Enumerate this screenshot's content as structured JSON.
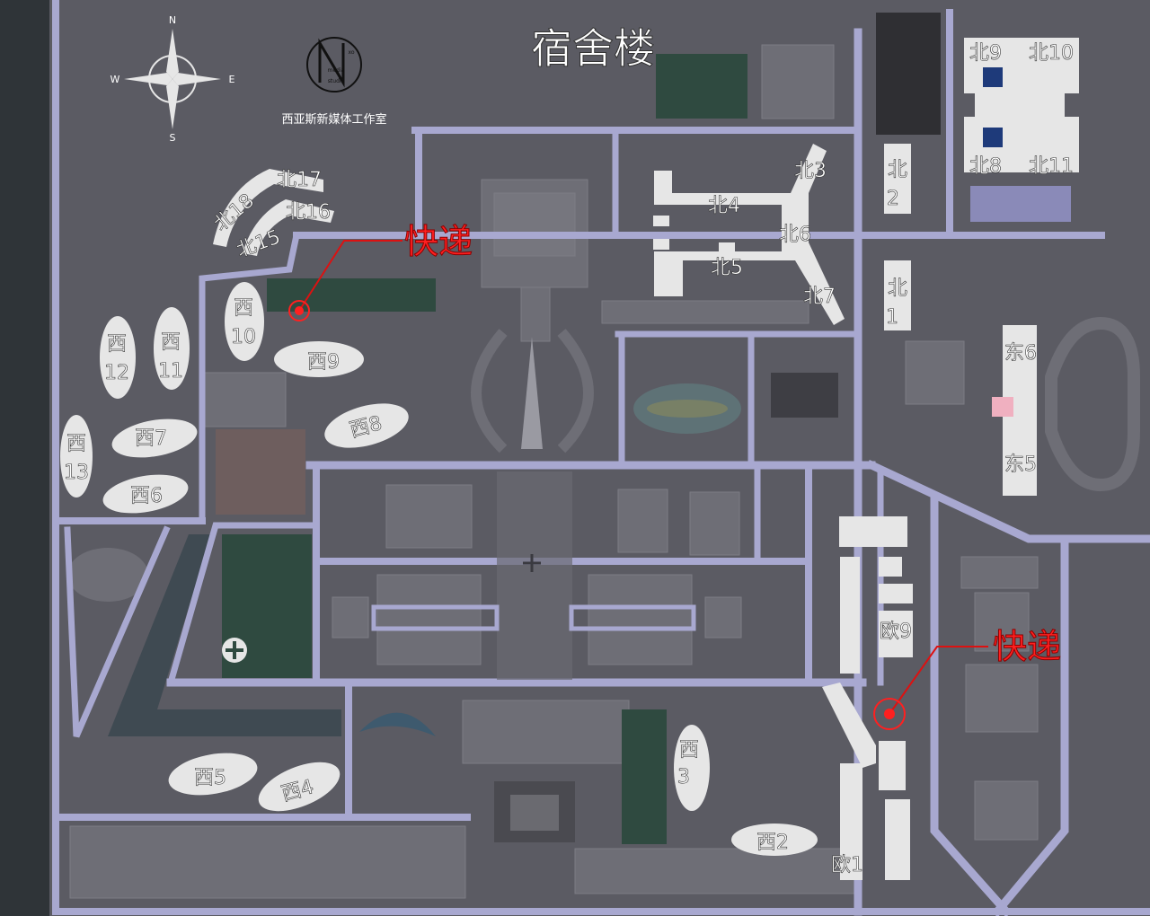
{
  "map": {
    "title": "宿舍楼",
    "studio": {
      "logo_text_1": "media",
      "logo_text_2": "studio",
      "logo_text_3": "xo",
      "name": "西亚斯新媒体工作室"
    },
    "compass": {
      "n": "N",
      "s": "S",
      "e": "E",
      "w": "W"
    },
    "express_label": "快递",
    "markers": [
      "快递",
      "快递"
    ],
    "colors": {
      "background": "#5a5a62",
      "road": "#a8a8d0",
      "green": "#2f4a40",
      "express": "#ff1a1a",
      "building": "#e6e6e6"
    },
    "north": [
      "北9",
      "北10",
      "北8",
      "北11",
      "北3",
      "北4",
      "北6",
      "北5",
      "北7",
      "北17",
      "北18",
      "北16",
      "北15"
    ],
    "north_vertical": [
      [
        "北",
        "2"
      ],
      [
        "北",
        "1"
      ]
    ],
    "east": [
      "东6",
      "东5"
    ],
    "west_two_line": [
      [
        "西",
        "12"
      ],
      [
        "西",
        "11"
      ],
      [
        "西",
        "10"
      ],
      [
        "西",
        "13"
      ],
      [
        "西",
        "3"
      ]
    ],
    "west": [
      "西9",
      "西8",
      "西7",
      "西6",
      "西5",
      "西4",
      "西2"
    ],
    "europe": [
      "欧9",
      "欧1"
    ]
  }
}
